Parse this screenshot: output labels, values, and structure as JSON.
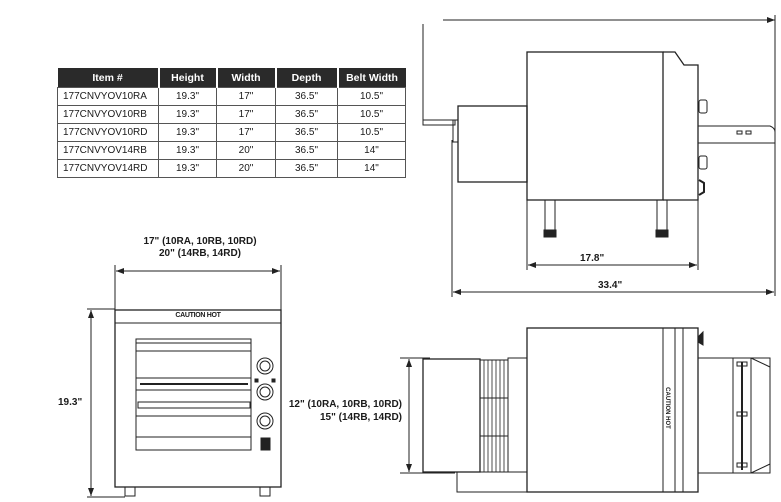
{
  "table": {
    "headers": [
      "Item #",
      "Height",
      "Width",
      "Depth",
      "Belt Width"
    ],
    "rows": [
      [
        "177CNVYOV10RA",
        "19.3\"",
        "17\"",
        "36.5\"",
        "10.5\""
      ],
      [
        "177CNVYOV10RB",
        "19.3\"",
        "17\"",
        "36.5\"",
        "10.5\""
      ],
      [
        "177CNVYOV10RD",
        "19.3\"",
        "17\"",
        "36.5\"",
        "10.5\""
      ],
      [
        "177CNVYOV14RB",
        "19.3\"",
        "20\"",
        "36.5\"",
        "14\""
      ],
      [
        "177CNVYOV14RD",
        "19.3\"",
        "20\"",
        "36.5\"",
        "14\""
      ]
    ]
  },
  "front_view": {
    "width_line1": "17\" (10RA, 10RB, 10RD)",
    "width_line2": "20\" (14RB, 14RD)",
    "height": "19.3\"",
    "caution": "CAUTION HOT"
  },
  "side_view": {
    "leg_span": "17.8\"",
    "overall_depth": "33.4\""
  },
  "top_view": {
    "belt_line1": "12\" (10RA, 10RB, 10RD)",
    "belt_line2": "15\" (14RB, 14RD)",
    "caution": "CAUTION HOT"
  }
}
